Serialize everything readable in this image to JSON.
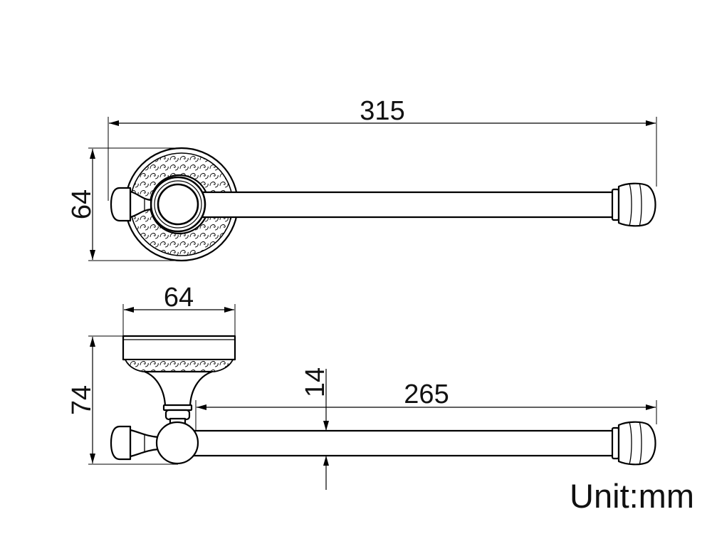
{
  "top_view": {
    "overall_length": "315",
    "rosette_diameter": "64"
  },
  "side_view": {
    "base_width": "64",
    "projection": "74",
    "bar_offset": "14",
    "bar_length": "265"
  },
  "unit_label": "Unit:mm"
}
